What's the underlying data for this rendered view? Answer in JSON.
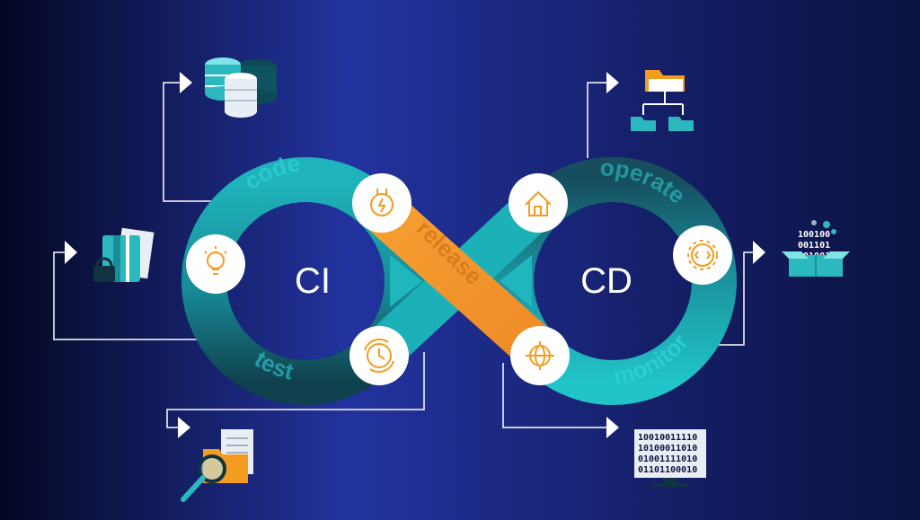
{
  "diagram": {
    "left_loop_label": "CI",
    "right_loop_label": "CD",
    "stage_labels": {
      "code": "code",
      "test": "test",
      "release": "release",
      "operate": "operate",
      "monitor": "monitor"
    },
    "icons": {
      "top_left": "database-icon",
      "left": "secure-files-icon",
      "bottom_left": "document-search-icon",
      "top_right": "folder-tree-icon",
      "right": "binary-package-icon",
      "bottom_right": "binary-monitor-icon",
      "nodes": [
        "plug-icon",
        "lightbulb-icon",
        "clock-icon",
        "smart-home-icon",
        "code-gear-icon",
        "globe-network-icon"
      ]
    },
    "bits": {
      "package": [
        "100100",
        "001101",
        "101001"
      ],
      "monitor": [
        "10010011110",
        "10100011010",
        "01001111010",
        "01101100010"
      ]
    },
    "colors": {
      "background_start": "#050a2c",
      "background_mid": "#21319e",
      "background_end": "#0b1340",
      "teal": "#1fb7be",
      "teal_dark": "#0f5a6a",
      "orange": "#f3922b",
      "connector": "#ffffff",
      "node_icon": "#f39c1f"
    }
  }
}
